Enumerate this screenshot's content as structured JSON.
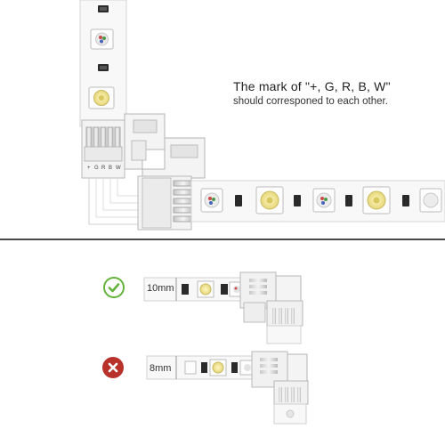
{
  "caption": {
    "line1": "The mark of \"+, G, R, B, W\"",
    "line2": "should corresponed to each other."
  },
  "connector_marks": [
    "+",
    "G",
    "R",
    "B",
    "W"
  ],
  "examples": [
    {
      "status": "correct",
      "icon": "check-icon",
      "gap_label": "10mm"
    },
    {
      "status": "wrong",
      "icon": "cross-icon",
      "gap_label": "8mm"
    }
  ],
  "colors": {
    "strip": "#f7f7f7",
    "outline": "#c9c9c9",
    "led_warm": "#f2e8a8",
    "ok": "#63b33b",
    "bad": "#b8322b"
  }
}
